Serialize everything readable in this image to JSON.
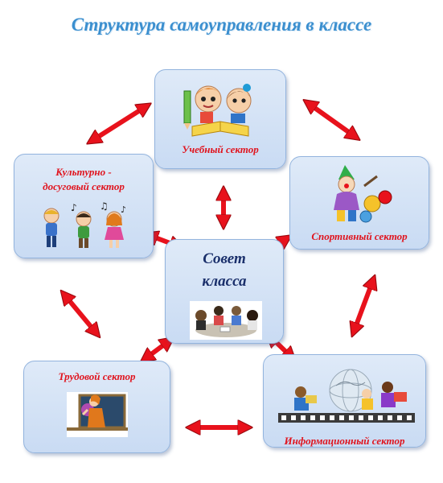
{
  "title": "Структура самоуправления в классе",
  "center": {
    "line1": "Совет",
    "line2": "класса"
  },
  "sectors": {
    "study": "Учебный сектор",
    "culture_line1": "Культурно -",
    "culture_line2": "досуговый сектор",
    "sport": "Спортивный сектор",
    "labour": "Трудовой сектор",
    "info": "Информационный сектор"
  },
  "colors": {
    "title": "#3b8fcf",
    "label": "#e0141e",
    "center_label": "#1a2f6b",
    "box_fill": "#d3e2f5",
    "box_border": "#93b4de",
    "arrow": "#e8121c"
  }
}
